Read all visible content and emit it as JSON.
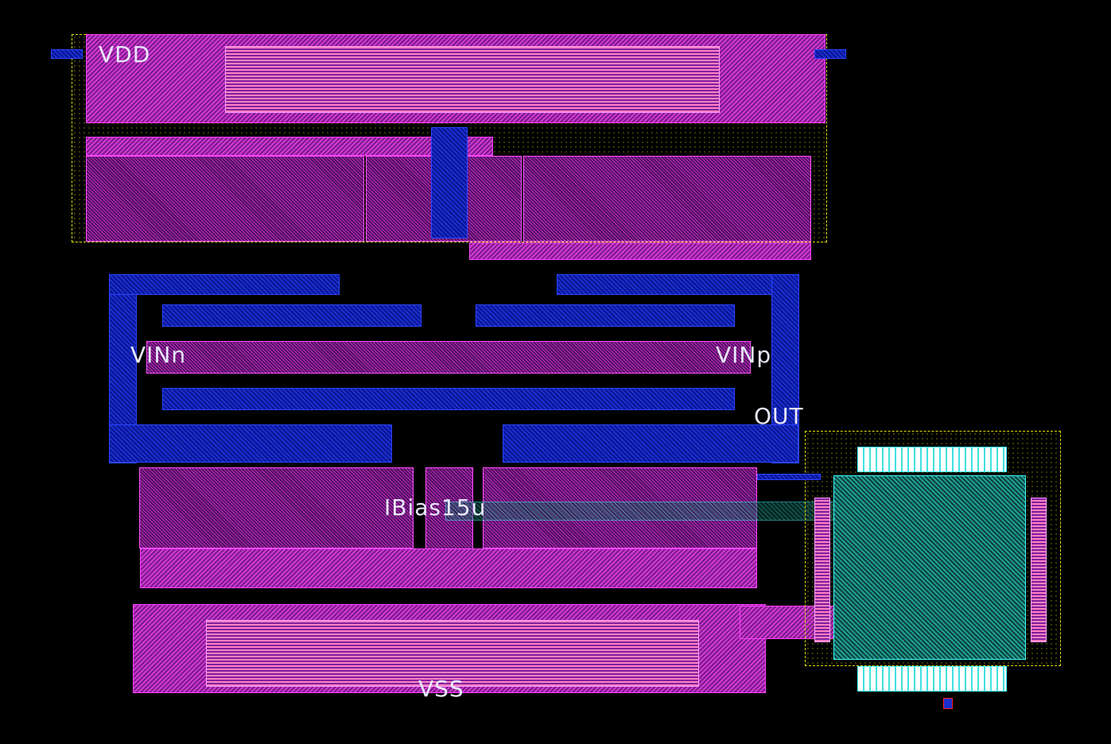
{
  "labels": {
    "vdd": "VDD",
    "vinn": "VINn",
    "vinp": "VINp",
    "out": "OUT",
    "ibias": "IBias15u",
    "vss": "VSS"
  },
  "colors": {
    "background": "#000000",
    "metal1": "#1a2fd0",
    "metal2": "#d23ad2",
    "nwell": "#e0e000",
    "capacitor": "#40ffff"
  }
}
